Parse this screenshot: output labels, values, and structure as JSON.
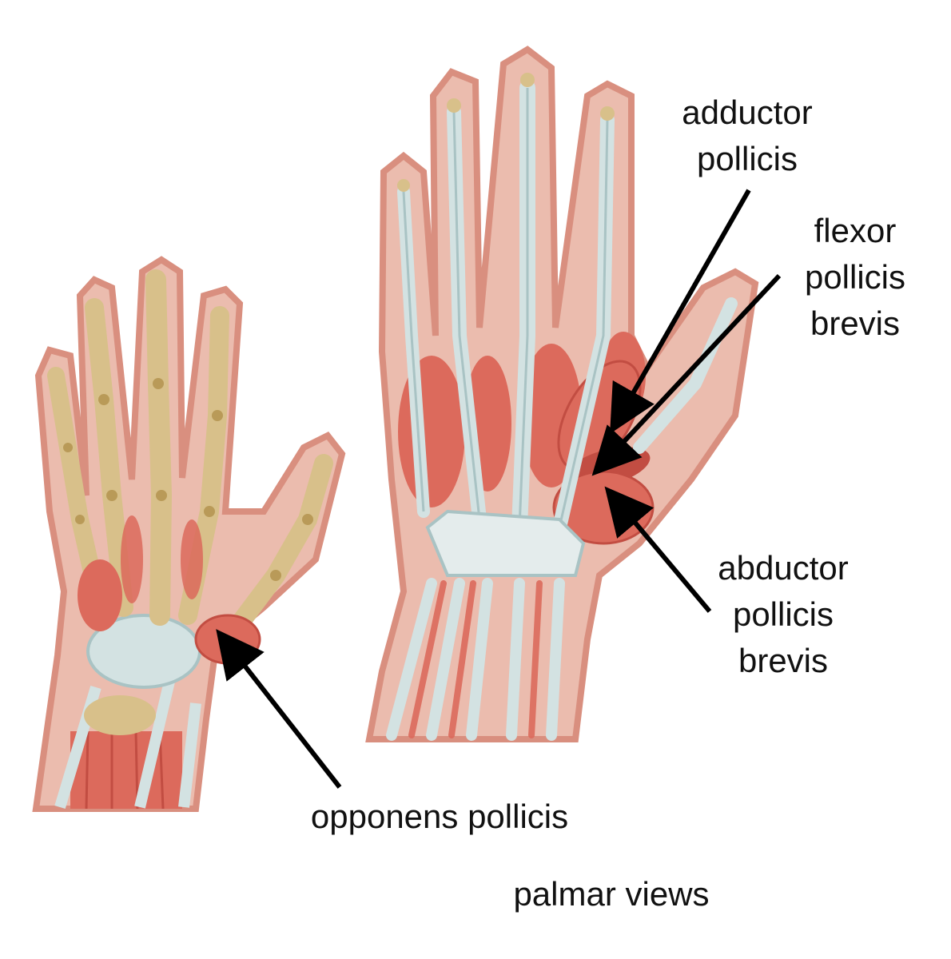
{
  "colors": {
    "skin": "#ebbcae",
    "skin_outline": "#d98f7f",
    "bone": "#d8c08a",
    "bone_dark": "#b99a58",
    "muscle": "#dc6a5c",
    "muscle_dark": "#c24d42",
    "tendon": "#d3e2e2",
    "tendon_dark": "#a9c3c4",
    "arrow": "#000000",
    "text": "#111111"
  },
  "labels": {
    "adductor": [
      "adductor",
      "pollicis"
    ],
    "flexor": [
      "flexor",
      "pollicis",
      "brevis"
    ],
    "abductor": [
      "abductor",
      "pollicis",
      "brevis"
    ],
    "opponens": "opponens pollicis",
    "caption": "palmar views"
  },
  "icons": [
    "left-hand-illustration",
    "right-hand-illustration",
    "arrow"
  ]
}
